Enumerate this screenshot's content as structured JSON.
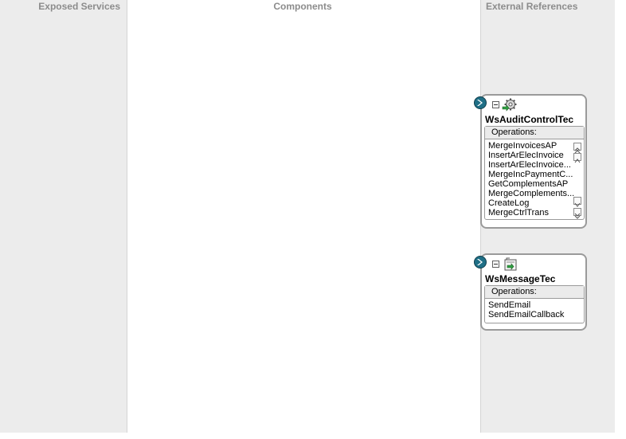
{
  "lanes": {
    "left_title": "Exposed Services",
    "mid_title": "Components",
    "right_title": "External References"
  },
  "references": [
    {
      "name": "WsAuditControlTec",
      "ops_header": "Operations:",
      "operations": [
        "MergeInvoicesAP",
        "InsertArElecInvoice",
        "InsertArElecInvoice...",
        "MergeIncPaymentC...",
        "GetComplementsAP",
        "MergeComplements...",
        "CreateLog",
        "MergeCtrlTrans"
      ]
    },
    {
      "name": "WsMessageTec",
      "ops_header": "Operations:",
      "operations": [
        "SendEmail",
        "SendEmailCallback"
      ]
    }
  ],
  "colors": {
    "lane_bg": "#ececec",
    "handle": "#1f6f86",
    "border": "#9a9a9a"
  },
  "icons": [
    "reference-handle-icon",
    "gear-icon",
    "web-service-icon",
    "collapse-icon",
    "scroll-top-icon",
    "scroll-up-icon",
    "scroll-down-icon",
    "scroll-bottom-icon"
  ]
}
